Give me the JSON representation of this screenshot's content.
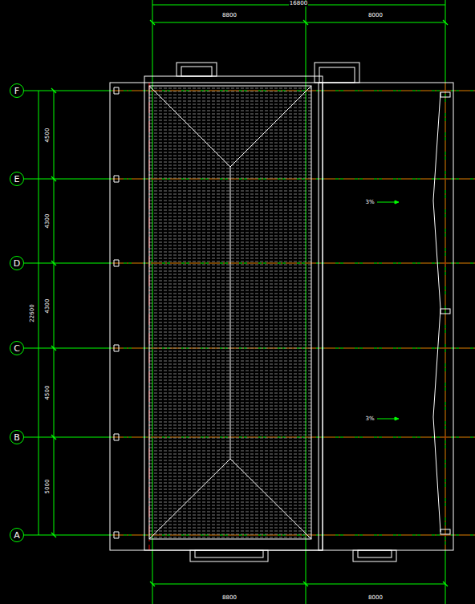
{
  "diagram": {
    "nodes": [
      {
        "text": [
          "F"
        ]
      },
      {
        "text": [
          "E"
        ]
      },
      {
        "text": [
          "D"
        ]
      },
      {
        "text": [
          "C"
        ]
      },
      {
        "text": [
          "B"
        ]
      },
      {
        "text": [
          "A"
        ]
      }
    ],
    "labels": [
      "16800",
      "8800",
      "8000",
      "4500",
      "4300",
      "4300",
      "4500",
      "5000",
      "22600",
      "3%",
      "3%",
      "8800",
      "8000"
    ]
  }
}
